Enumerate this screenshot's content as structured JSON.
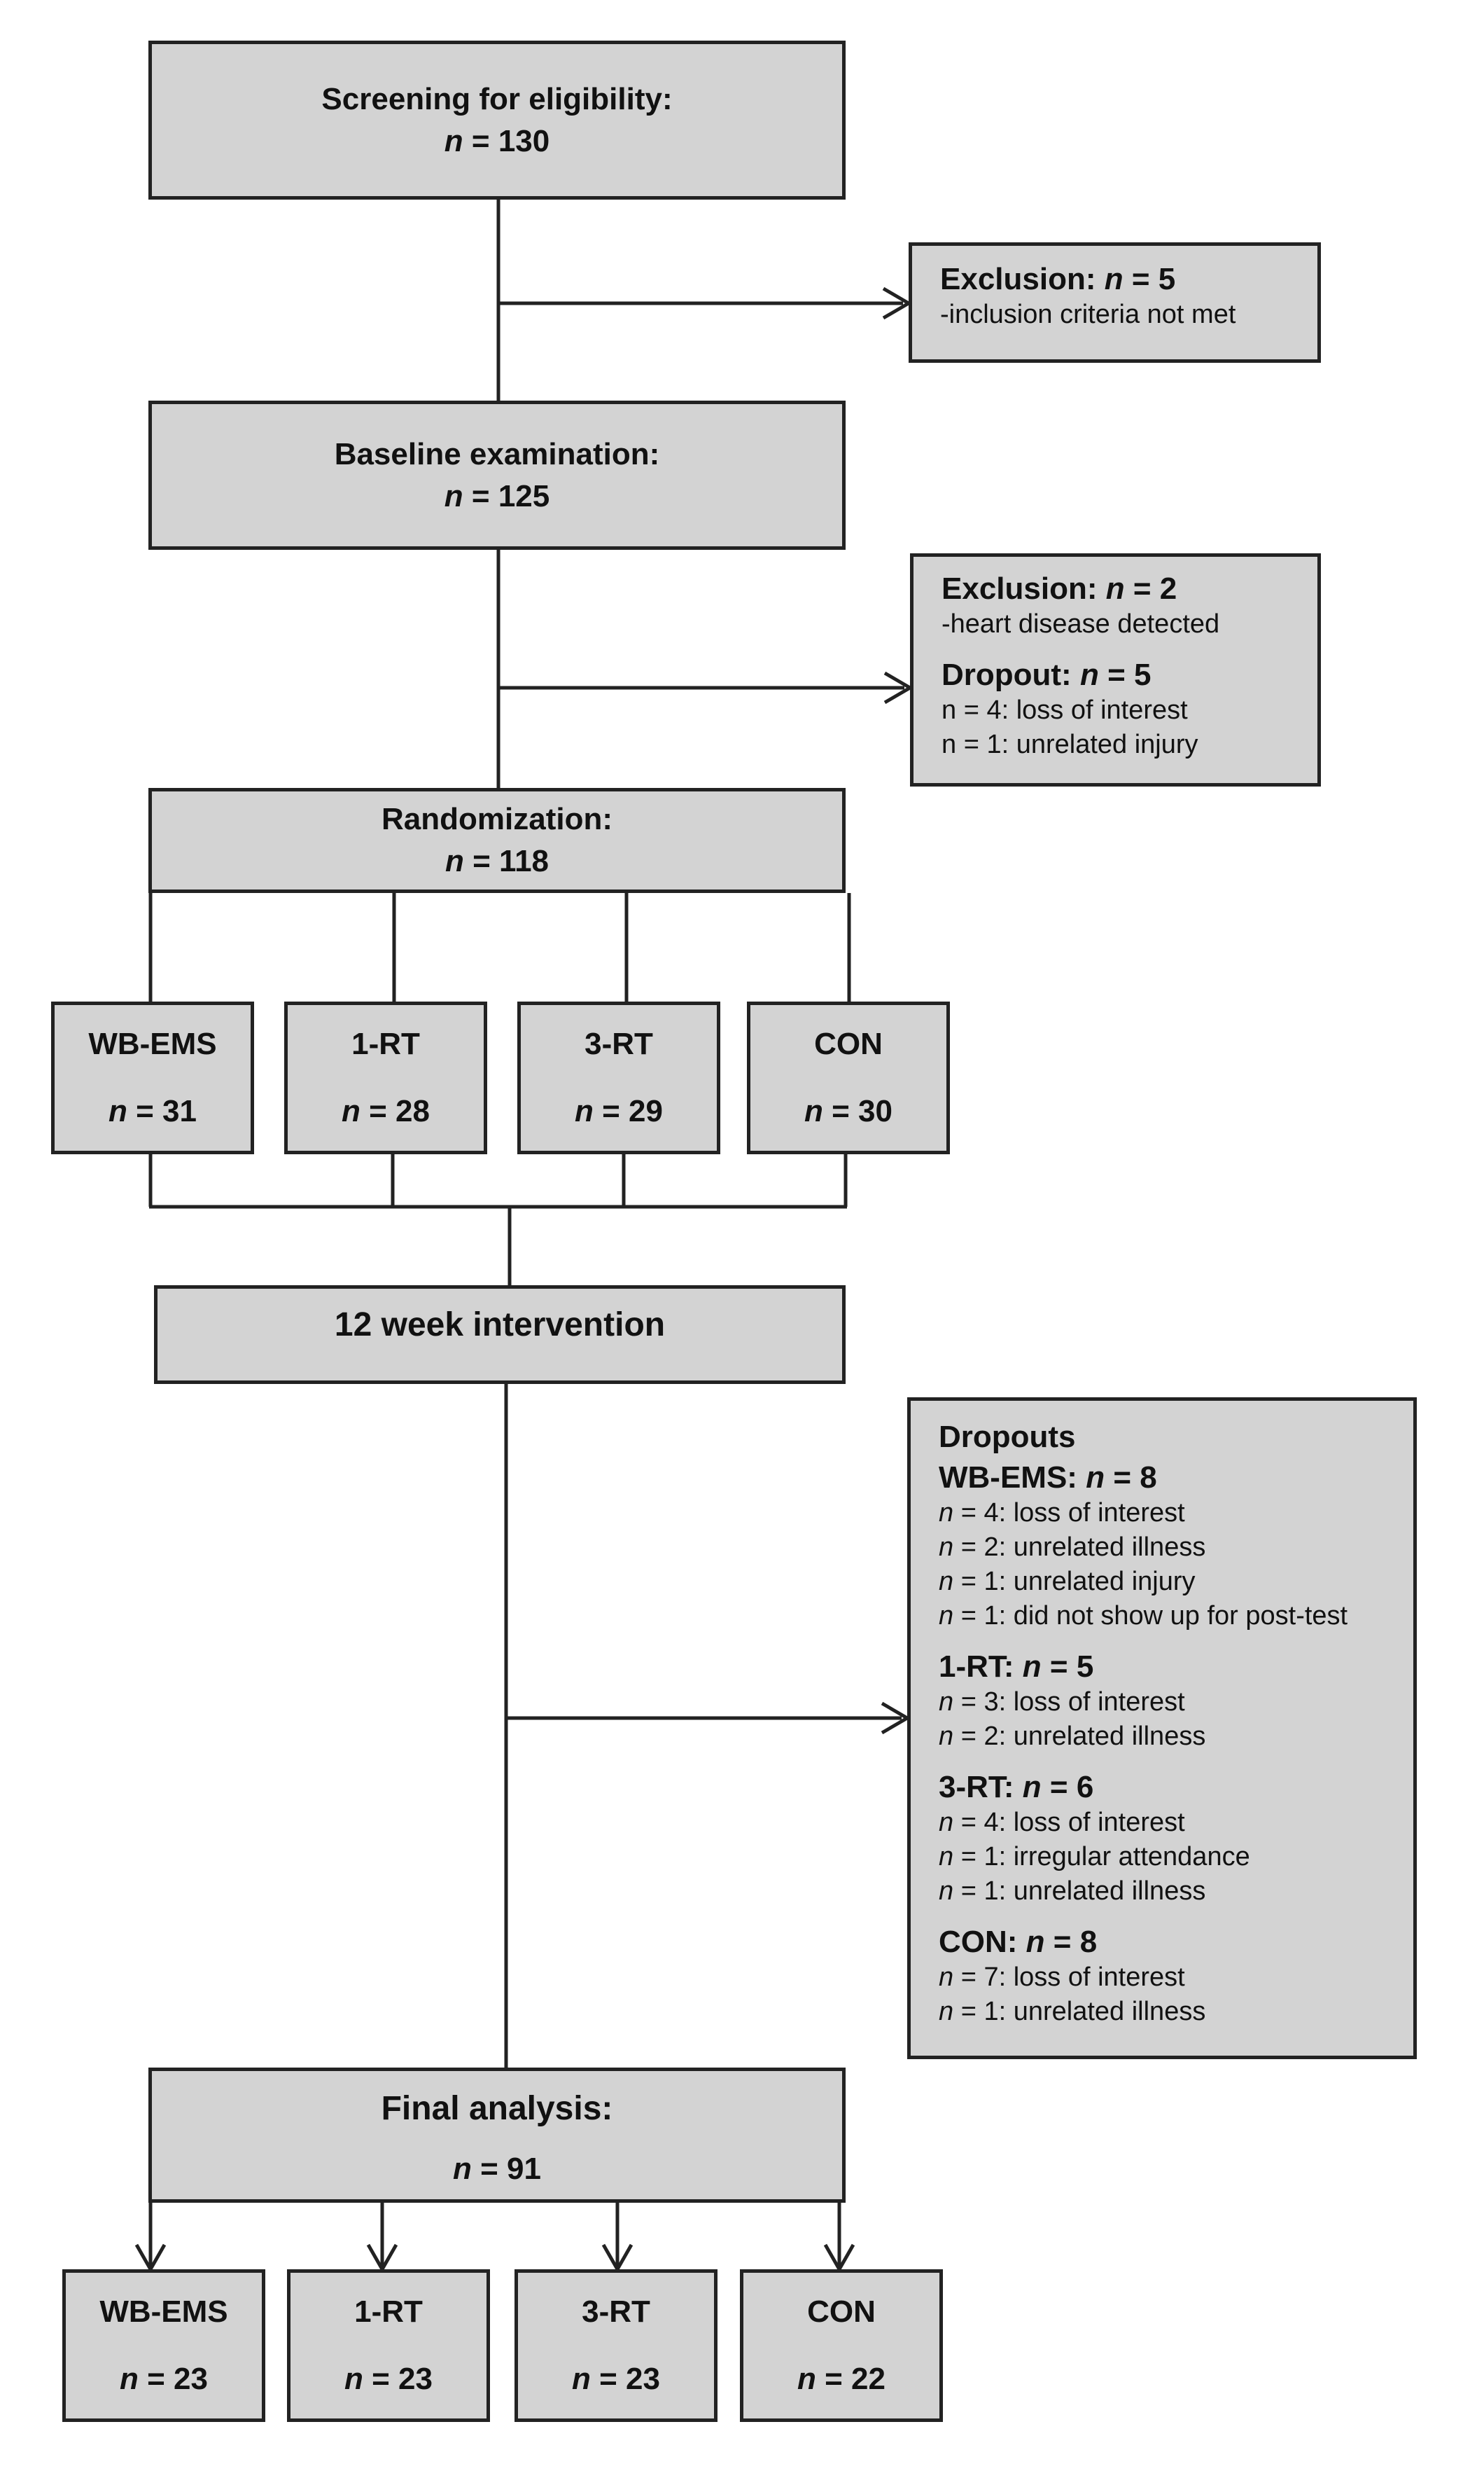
{
  "screening": {
    "title": "Screening for eligibility:",
    "count": "130"
  },
  "exclusion1": {
    "title": "Exclusion:",
    "count": "5",
    "detail": "-inclusion criteria not met"
  },
  "baseline": {
    "title": "Baseline examination:",
    "count": "125"
  },
  "exclusion2": {
    "title": "Exclusion:",
    "count": "2",
    "detail": "-heart disease detected"
  },
  "dropout1": {
    "title": "Dropout:",
    "count": "5",
    "items": [
      {
        "n": "4",
        "reason": "loss of interest"
      },
      {
        "n": "1",
        "reason": "unrelated injury"
      }
    ]
  },
  "randomization": {
    "title": "Randomization:",
    "count": "118"
  },
  "groups": [
    {
      "name": "WB-EMS",
      "count": "31"
    },
    {
      "name": "1-RT",
      "count": "28"
    },
    {
      "name": "3-RT",
      "count": "29"
    },
    {
      "name": "CON",
      "count": "30"
    }
  ],
  "intervention": {
    "title": "12 week intervention"
  },
  "dropouts": {
    "title": "Dropouts",
    "groups": [
      {
        "name": "WB-EMS:",
        "count": "8",
        "items": [
          {
            "n": "4",
            "reason": "loss of interest"
          },
          {
            "n": "2",
            "reason": "unrelated illness"
          },
          {
            "n": "1",
            "reason": "unrelated injury"
          },
          {
            "n": "1",
            "reason": "did not show up for post-test"
          }
        ]
      },
      {
        "name": "1-RT:",
        "count": "5",
        "items": [
          {
            "n": "3",
            "reason": "loss of interest"
          },
          {
            "n": "2",
            "reason": "unrelated illness"
          }
        ]
      },
      {
        "name": "3-RT:",
        "count": "6",
        "items": [
          {
            "n": "4",
            "reason": "loss of interest"
          },
          {
            "n": "1",
            "reason": "irregular attendance"
          },
          {
            "n": "1",
            "reason": "unrelated illness"
          }
        ]
      },
      {
        "name": "CON:",
        "count": "8",
        "items": [
          {
            "n": "7",
            "reason": "loss of interest"
          },
          {
            "n": "1",
            "reason": "unrelated illness"
          }
        ]
      }
    ]
  },
  "final": {
    "title": "Final analysis:",
    "count": "91"
  },
  "final_groups": [
    {
      "name": "WB-EMS",
      "count": "23"
    },
    {
      "name": "1-RT",
      "count": "23"
    },
    {
      "name": "3-RT",
      "count": "23"
    },
    {
      "name": "CON",
      "count": "22"
    }
  ],
  "labels": {
    "n": "n",
    "eq": " = ",
    "colon_sep": ": "
  },
  "colors": {
    "box_fill": "#d3d3d3",
    "line": "#222222"
  }
}
